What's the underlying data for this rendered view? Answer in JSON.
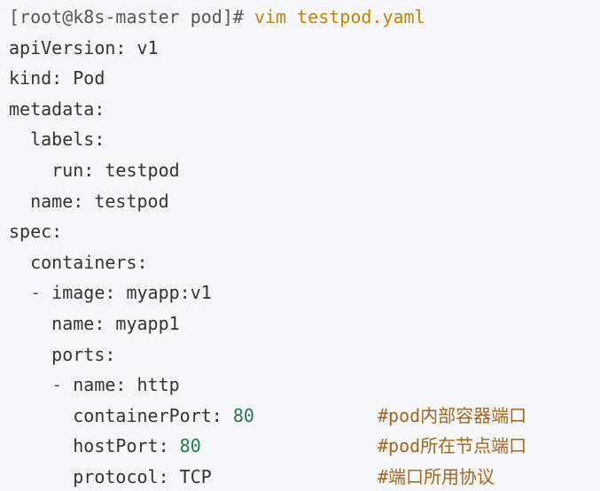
{
  "colors": {
    "background": "#f7f7f9",
    "text": "#333333",
    "command": "#c18401",
    "number": "#1f7a4d",
    "list_dash": "#2f5fb3",
    "comment": "#a0661b"
  },
  "lines": [
    {
      "indent": "",
      "parts": [
        {
          "cls": "prompt",
          "text": "[root@k8s-master pod]#"
        },
        {
          "cls": "cmd",
          "text": " vim testpod.yaml"
        }
      ]
    },
    {
      "indent": "",
      "parts": [
        {
          "cls": "key",
          "text": "apiVersion: v1"
        }
      ]
    },
    {
      "indent": "",
      "parts": [
        {
          "cls": "key",
          "text": "kind: Pod"
        }
      ]
    },
    {
      "indent": "",
      "parts": [
        {
          "cls": "key",
          "text": "metadata:"
        }
      ]
    },
    {
      "indent": "  ",
      "parts": [
        {
          "cls": "key",
          "text": "labels:"
        }
      ]
    },
    {
      "indent": "    ",
      "parts": [
        {
          "cls": "key",
          "text": "run: testpod"
        }
      ]
    },
    {
      "indent": "  ",
      "parts": [
        {
          "cls": "key",
          "text": "name: testpod"
        }
      ]
    },
    {
      "indent": "",
      "parts": [
        {
          "cls": "key",
          "text": "spec:"
        }
      ]
    },
    {
      "indent": "  ",
      "parts": [
        {
          "cls": "key",
          "text": "containers:"
        }
      ]
    },
    {
      "indent": "  ",
      "parts": [
        {
          "cls": "dash",
          "text": "-"
        },
        {
          "cls": "key",
          "text": " image: myapp:v1"
        }
      ]
    },
    {
      "indent": "    ",
      "parts": [
        {
          "cls": "key",
          "text": "name: myapp1"
        }
      ]
    },
    {
      "indent": "    ",
      "parts": [
        {
          "cls": "key",
          "text": "ports:"
        }
      ]
    },
    {
      "indent": "    ",
      "parts": [
        {
          "cls": "dash",
          "text": "-"
        },
        {
          "cls": "key",
          "text": " name: http"
        }
      ]
    },
    {
      "indent": "      ",
      "parts": [
        {
          "cls": "key",
          "text": "containerPort: "
        },
        {
          "cls": "num",
          "text": "80"
        }
      ],
      "comment": "#pod内部容器端口"
    },
    {
      "indent": "      ",
      "parts": [
        {
          "cls": "key",
          "text": "hostPort: "
        },
        {
          "cls": "num",
          "text": "80"
        }
      ],
      "comment": "#pod所在节点端口"
    },
    {
      "indent": "      ",
      "parts": [
        {
          "cls": "key",
          "text": "protocol: TCP"
        }
      ],
      "comment": "#端口所用协议"
    }
  ]
}
